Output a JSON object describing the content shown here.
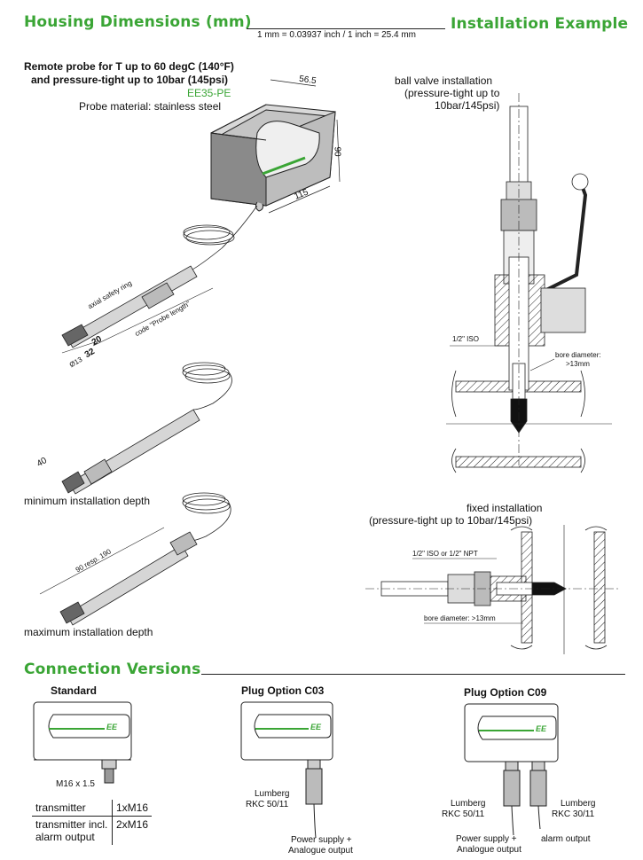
{
  "header": {
    "left_title": "Housing Dimensions (mm)",
    "conversion": "1 mm = 0.03937 inch / 1 inch = 25.4 mm",
    "right_title": "Installation Example"
  },
  "remote_probe": {
    "line1": "Remote probe for T up to 60 degC  (140°F)",
    "line2": "and pressure-tight up to 10bar (145psi)",
    "model": "EE35-PE",
    "material": "Probe material: stainless steel"
  },
  "housing_dims": {
    "depth": "56.5",
    "height": "90",
    "width": "115"
  },
  "probe_dims": {
    "ring": "axial safety ring",
    "probe_length": "code \"Probe length\"",
    "d20": "20",
    "d32": "32",
    "d13": "Ø13"
  },
  "min_depth": {
    "dim": "40",
    "label": "minimum installation depth"
  },
  "max_depth": {
    "dim": "90 resp. 190",
    "label": "maximum installation depth"
  },
  "ball_valve": {
    "line1": "ball valve installation",
    "line2": "(pressure-tight up to",
    "line3": "10bar/145psi)",
    "iso_label": "1/2\" ISO",
    "bore_label1": "bore diameter:",
    "bore_label2": ">13mm"
  },
  "fixed": {
    "line1": "fixed installation",
    "line2": "(pressure-tight up to 10bar/145psi)",
    "thread_label": "1/2\" ISO or 1/2\" NPT",
    "bore_label": "bore diameter: >13mm"
  },
  "connection": {
    "title": "Connection Versions",
    "standard": {
      "title": "Standard",
      "gland": "M16 x 1.5",
      "rows": [
        {
          "name": "transmitter",
          "value": "1xM16"
        },
        {
          "name": "transmitter incl. alarm output",
          "value": "2xM16"
        }
      ]
    },
    "c03": {
      "title": "Plug Option C03",
      "plug1": "Lumberg",
      "plug2": "RKC 50/11",
      "out1": "Power supply +",
      "out2": "Analogue output"
    },
    "c09": {
      "title": "Plug Option C09",
      "left_plug1": "Lumberg",
      "left_plug2": "RKC 50/11",
      "right_plug1": "Lumberg",
      "right_plug2": "RKC 30/11",
      "out1": "Power supply +",
      "out2": "Analogue output",
      "alarm": "alarm output"
    },
    "logo": "EE"
  },
  "colors": {
    "accent": "#3aa535",
    "line": "#222222"
  }
}
